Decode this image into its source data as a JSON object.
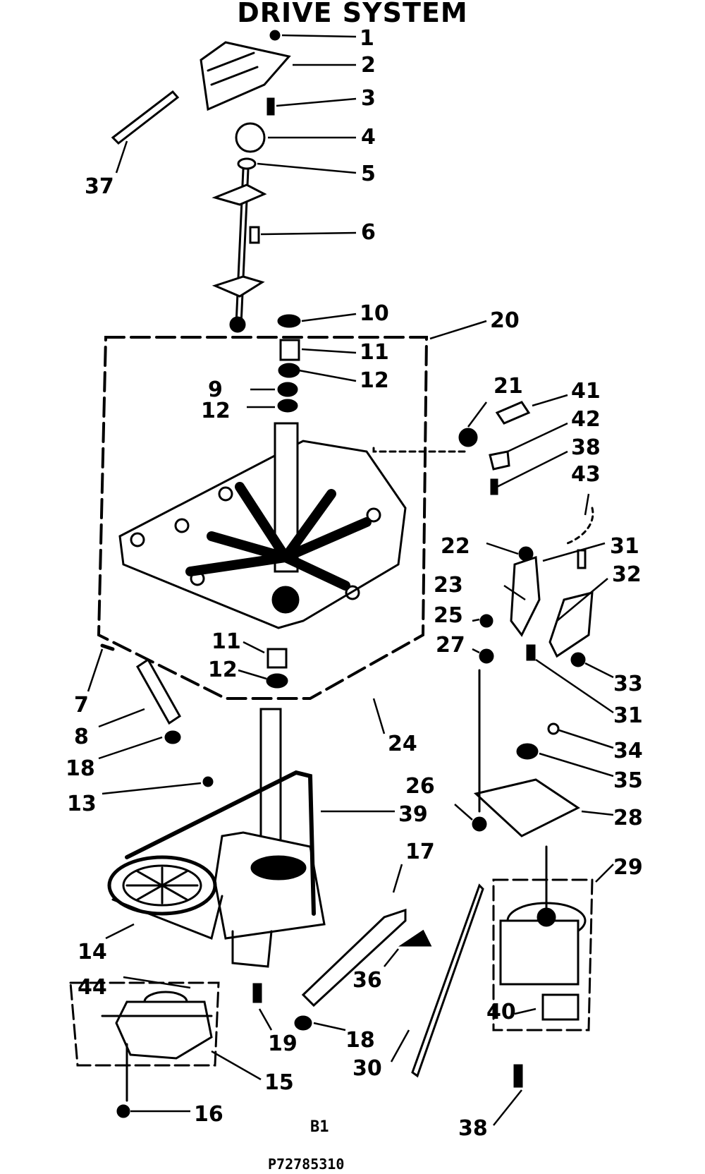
{
  "title": "DRIVE SYSTEM",
  "page_code": "B1",
  "part_number": "P72785310",
  "callouts": [
    "1",
    "2",
    "3",
    "4",
    "5",
    "6",
    "37",
    "10",
    "11",
    "12",
    "9",
    "12",
    "20",
    "21",
    "41",
    "42",
    "38",
    "43",
    "22",
    "31",
    "32",
    "23",
    "25",
    "27",
    "33",
    "31",
    "11",
    "12",
    "7",
    "8",
    "18",
    "24",
    "34",
    "35",
    "13",
    "26",
    "39",
    "28",
    "17",
    "29",
    "14",
    "44",
    "36",
    "40",
    "19",
    "18",
    "15",
    "16",
    "30",
    "38"
  ]
}
